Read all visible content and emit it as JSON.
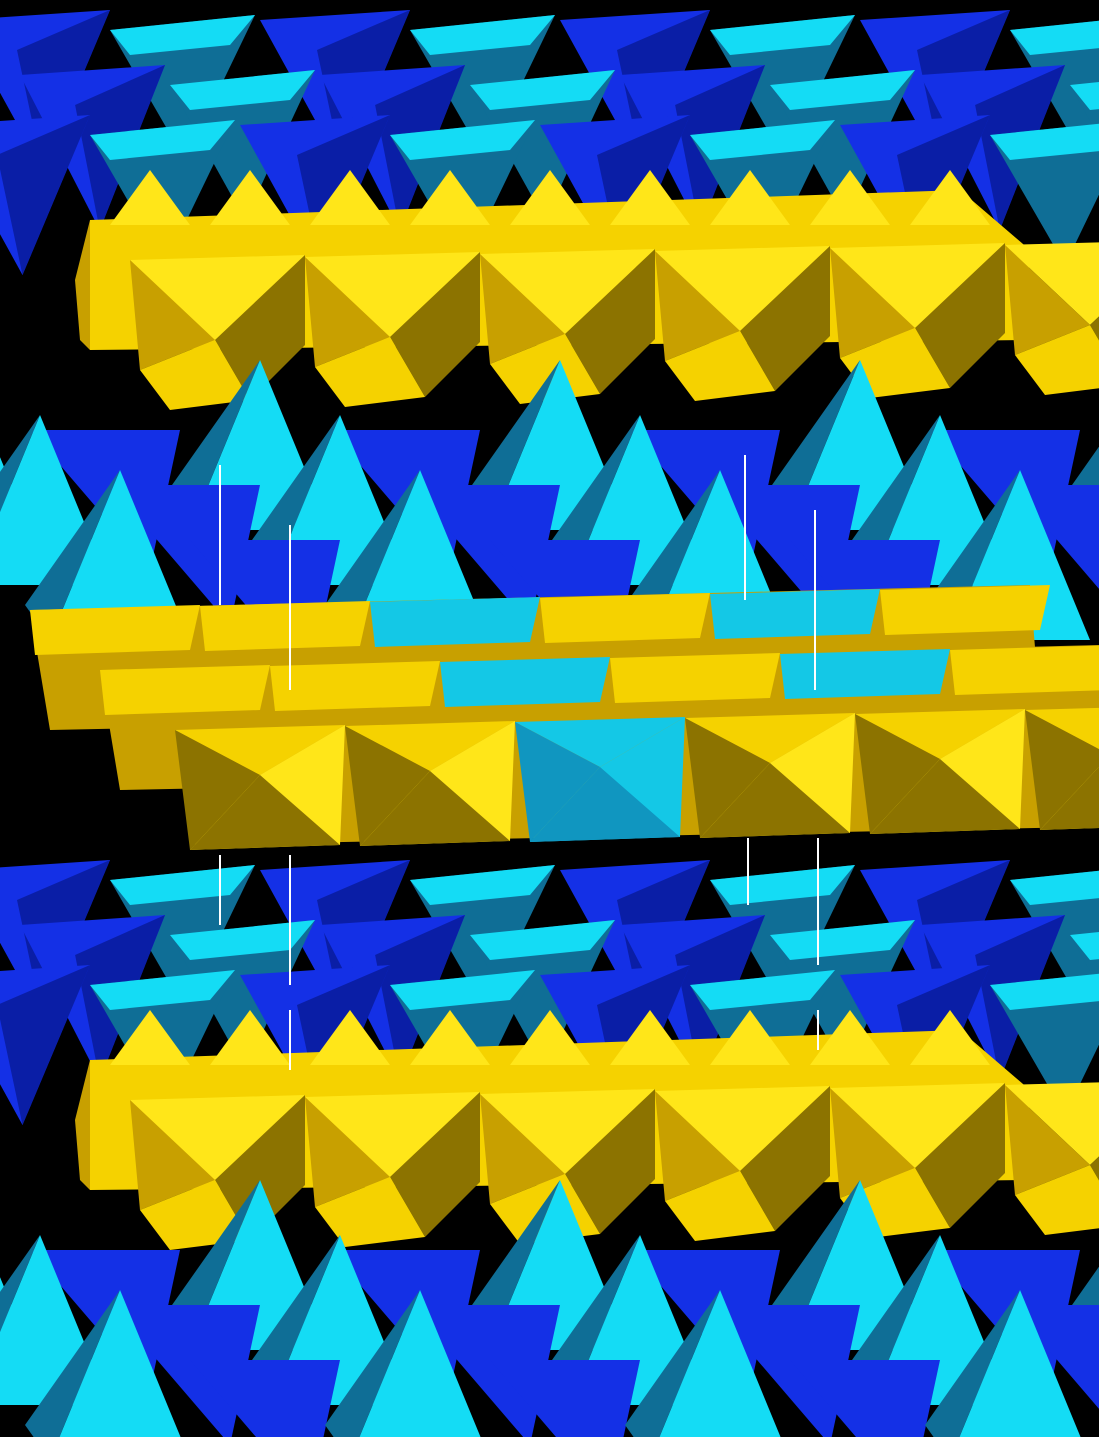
{
  "diagram": {
    "kind": "polyhedral crystal structure",
    "background": "#000000",
    "layer_order_top_to_bottom": [
      "tetrahedral-sheet",
      "octahedral-sheet",
      "tetrahedral-sheet",
      "interlayer-octahedral-sheet",
      "tetrahedral-sheet",
      "octahedral-sheet",
      "tetrahedral-sheet"
    ],
    "colors": {
      "tetrahedra_dark_blue": "#1430e6",
      "tetrahedra_dark_blue_shade": "#0a1ea6",
      "tetrahedra_light_blue": "#14dcf5",
      "tetrahedra_teal": "#0f6e96",
      "octahedra_yellow": "#f5d200",
      "octahedra_yellow_light": "#ffe619",
      "octahedra_olive": "#8c7300",
      "octahedra_gold": "#c8a000",
      "substituted_octahedra_blue": "#14c8e6",
      "substituted_octahedra_blue_dark": "#1096c0",
      "hydrogen_bond_lines": "#ffffff"
    },
    "text_labels": []
  }
}
